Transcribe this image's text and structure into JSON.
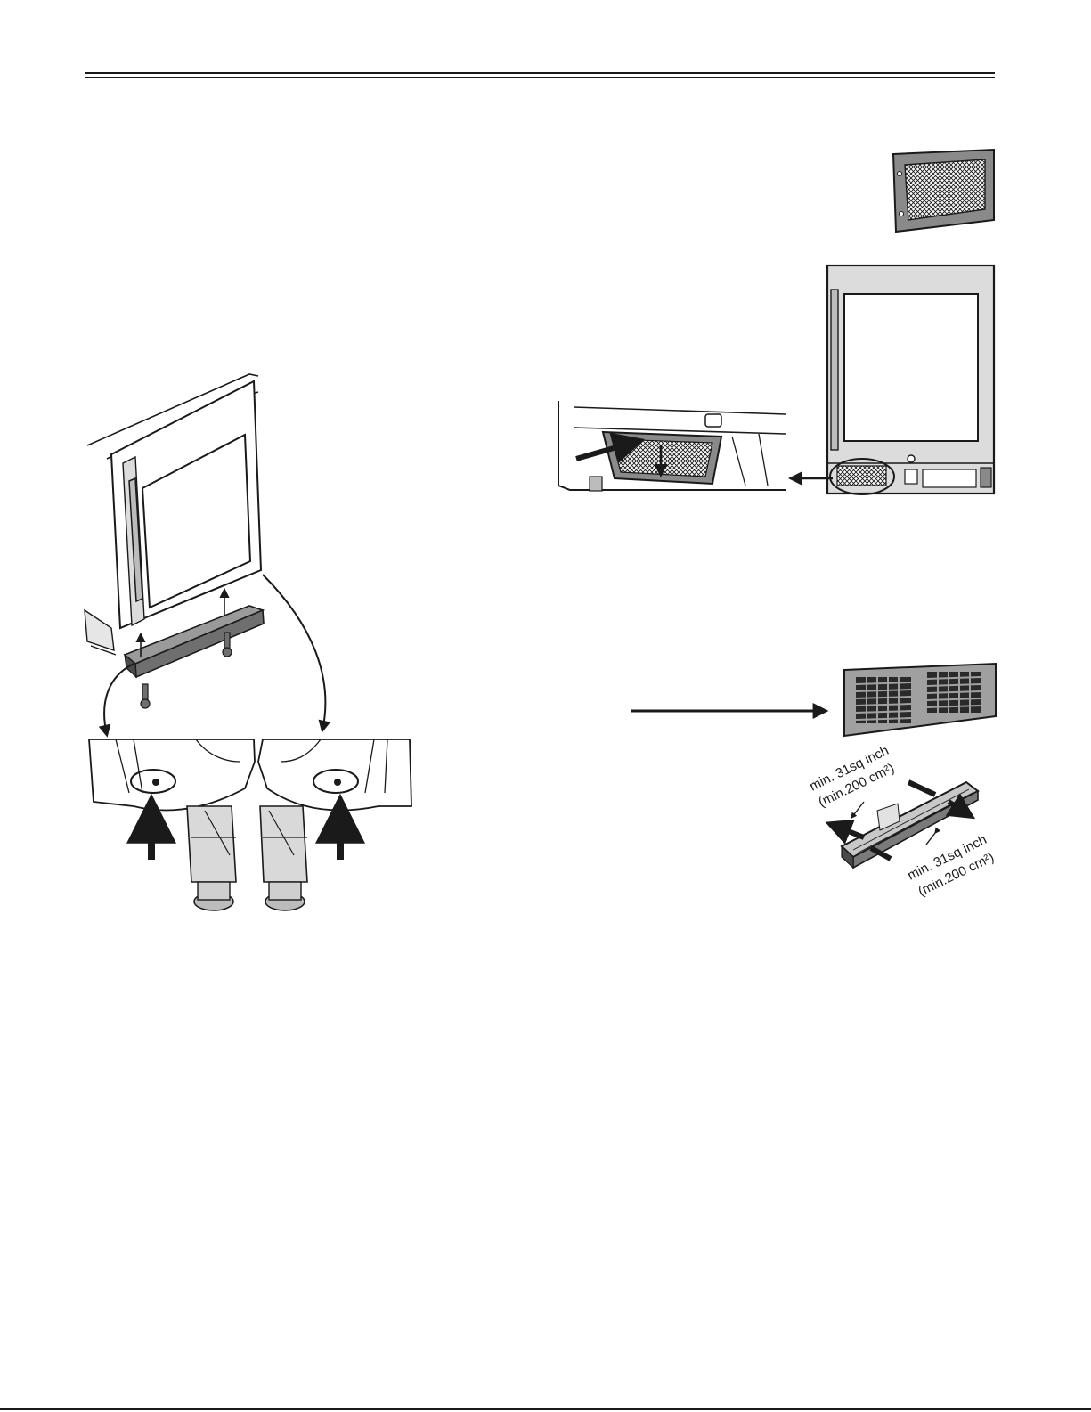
{
  "vent_labels": {
    "upper": {
      "line1": "min. 31sq inch",
      "line2": "(min.200 cm²)"
    },
    "lower": {
      "line1": "min. 31sq inch",
      "line2": "(min.200 cm²)"
    }
  }
}
